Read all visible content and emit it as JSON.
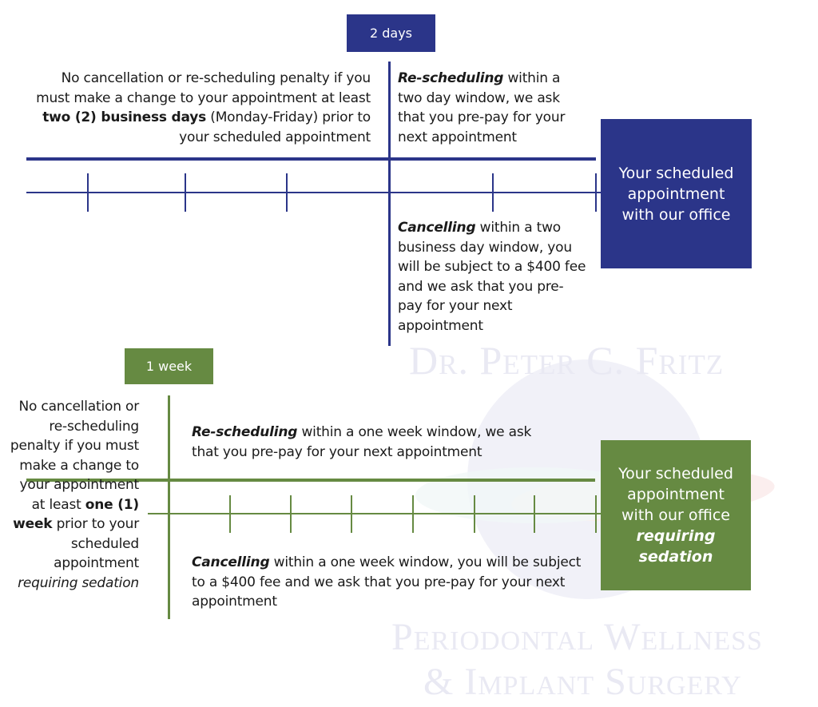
{
  "colors": {
    "blue": "#2b3589",
    "green": "#668a42",
    "watermark": "#e9e9f3"
  },
  "watermark": {
    "name": "Dr. Peter C. Fritz",
    "line1": "Periodontal Wellness",
    "line2": "& Implant Surgery"
  },
  "two_day": {
    "tag": "2 days",
    "before_text": {
      "pre": "No cancellation or re-scheduling penalty if you must make a change to your appointment at least ",
      "bold": "two (2) business days",
      "post": " (Monday-Friday) prior to your scheduled appointment"
    },
    "reschedule": {
      "bold": "Re-scheduling",
      "rest": " within a two day window, we ask that you pre-pay for your next appointment"
    },
    "cancel": {
      "bold": "Cancelling",
      "rest": " within a two business day window, you will be subject to a $400 fee and we ask that you pre-pay for your next appointment"
    },
    "box": {
      "text": "Your scheduled appointment with our office"
    }
  },
  "one_week": {
    "tag": "1 week",
    "before_text": {
      "pre": "No cancellation or re-scheduling penalty if you must make a change to your appointment at least ",
      "bold": "one (1) week",
      "post": " prior to your scheduled appointment ",
      "italic": "requiring sedation"
    },
    "reschedule": {
      "bold": "Re-scheduling",
      "rest": " within a one week window, we ask that you pre-pay for your next appointment"
    },
    "cancel": {
      "bold": "Cancelling",
      "rest": " within a one week window, you will be subject to a $400 fee and we ask that you pre-pay for your next appointment"
    },
    "box": {
      "text": "Your scheduled appointment with our office",
      "italic": "requiring sedation"
    }
  }
}
